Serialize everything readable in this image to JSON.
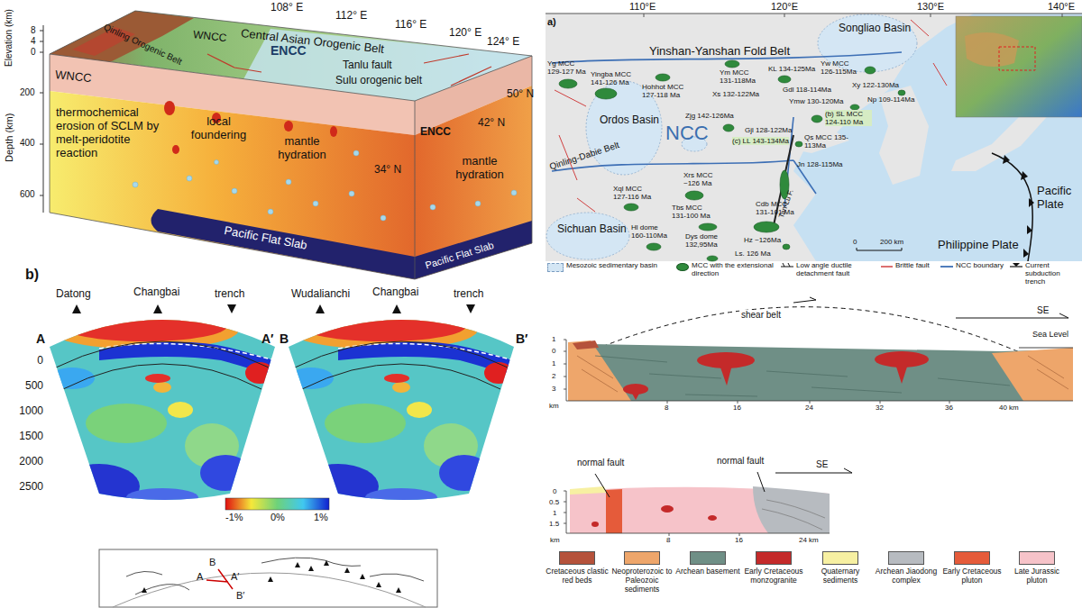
{
  "diagram": {
    "labels": [
      "Elevation (km)",
      "8",
      "4",
      "0",
      "200",
      "400",
      "600",
      "Depth (km)",
      "108° E",
      "112° E",
      "116° E",
      "120° E",
      "124° E",
      "50° N",
      "WNCC",
      "Qinling Orogenic Belt",
      "Central Asian Orogenic Belt",
      "WNCC",
      "ENCC",
      "Tanlu fault",
      "Sulu orogenic belt",
      "ENCC",
      "42° N",
      "34° N",
      "thermochemical erosion of SCLM by melt-peridotite reaction",
      "local foundering",
      "mantle hydration",
      "mantle hydration",
      "Pacific Flat Slab",
      "Pacific Flat Slab",
      "b)",
      "Datong",
      "Changbai",
      "trench",
      "A",
      "A′",
      "Wudalianchi",
      "Changbai",
      "trench",
      "B",
      "B′",
      "0",
      "500",
      "1000",
      "1500",
      "2000",
      "2500",
      "-1%",
      "0%",
      "1%",
      "B",
      "A",
      "A′",
      "B′",
      "110°E",
      "120°E",
      "130°E",
      "140°E",
      "a)",
      "Yinshan-Yanshan Fold Belt",
      "Songliao Basin",
      "Ordos Basin",
      "NCC",
      "Sichuan Basin",
      "Qinling-Dabie Belt",
      "Pacific Plate",
      "Philippine Plate",
      "Tan-Lu F.",
      "0",
      "200 km",
      "Yg MCC 129-127 Ma",
      "Yingba MCC 141-126 Ma",
      "Hohhot MCC 127-118 Ma",
      "Ym MCC 131-118Ma",
      "KL 134-125Ma",
      "Yw MCC 126-115Ma",
      "Xs 132-122Ma",
      "Gdl 118-114Ma",
      "Xy 122-130Ma",
      "Ymw 130-120Ma",
      "Np 109-114Ma",
      "Zjg 142-126Ma",
      "(b) SL MCC 124-110 Ma",
      "Gjl 128-122Ma",
      "(c) LL 143-134Ma",
      "Qs MCC 135-113Ma",
      "Jn 128-115Ma",
      "Xrs MCC ~126 Ma",
      "Xql MCC 127-116 Ma",
      "Tbs MCC 131-100 Ma",
      "Cdb MCC 131-101 Ma",
      "Hl dome 160-110Ma",
      "Dys dome 132,95Ma",
      "Hz ~126Ma",
      "Ls. 126 Ma",
      "shear belt",
      "SE",
      "Sea Level",
      "1",
      "0",
      "1",
      "2",
      "3",
      "km",
      "8",
      "16",
      "24",
      "32",
      "36",
      "40 km",
      "normal fault",
      "normal fault",
      "SE",
      "0",
      "0.5",
      "1",
      "1.5",
      "km",
      "8",
      "16",
      "24 km"
    ],
    "legend": [
      {
        "text": "Mesozoic sedimentary basin",
        "color": "#d4e6f4"
      },
      {
        "text": "MCC with the extensional direction",
        "color": "#2f8a3c"
      },
      {
        "text": "Low angle ductile detachment fault"
      },
      {
        "text": "Brittle fault"
      },
      {
        "text": "NCC boundary"
      },
      {
        "text": "Current subduction trench"
      },
      {
        "text": "Cretaceous clastic red beds",
        "color": "#b5523b"
      },
      {
        "text": "Neoproterozoic to Paleozoic sediments",
        "color": "#eea66b"
      },
      {
        "text": "Archean basement",
        "color": "#6f8f86"
      },
      {
        "text": "Early Cretaceous monzogranite",
        "color": "#c42a2a"
      },
      {
        "text": "Quaternary sediments",
        "color": "#f7f0a2"
      },
      {
        "text": "Archean Jiaodong complex",
        "color": "#b7bbc0"
      },
      {
        "text": "Early Cretaceous pluton",
        "color": "#e55b3a"
      },
      {
        "text": "Late Jurassic pluton",
        "color": "#f6c3c9"
      }
    ]
  }
}
